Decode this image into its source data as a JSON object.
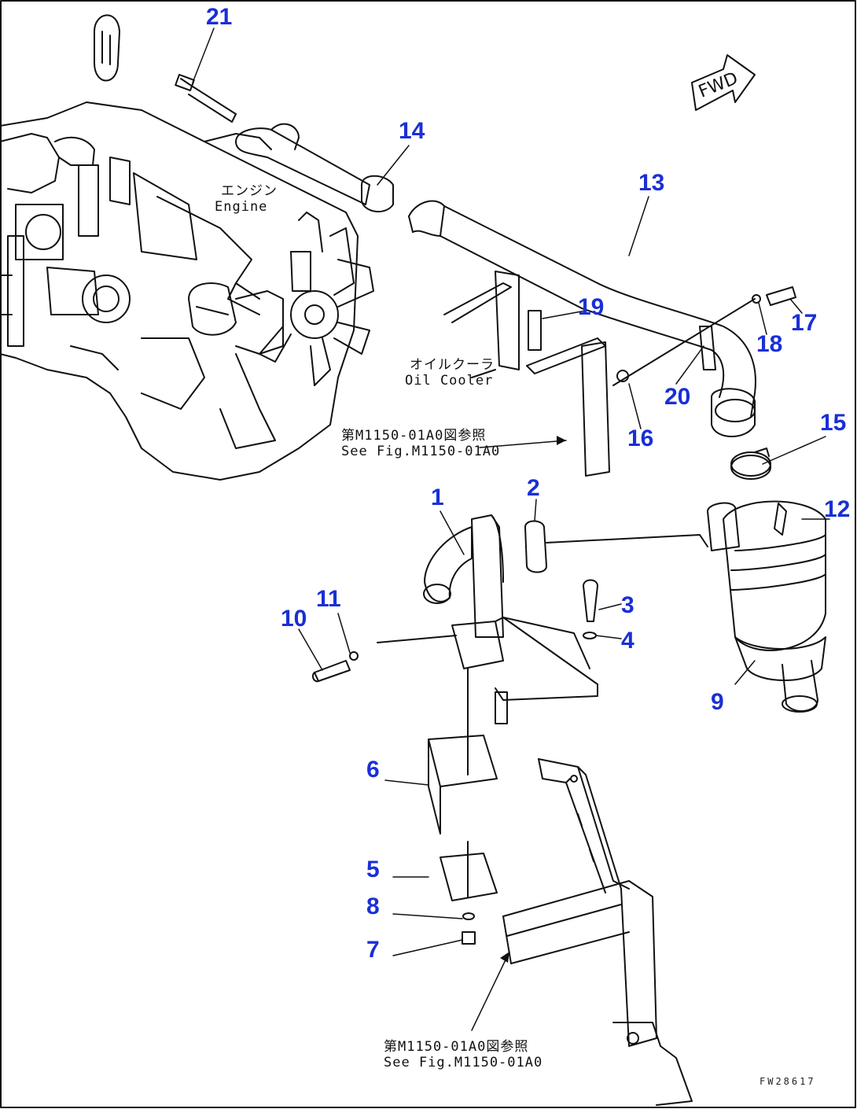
{
  "diagram": {
    "fwd_label": "FWD",
    "drawing_code": "FW28617",
    "engine_label": {
      "jp": "エンジン",
      "en": "Engine"
    },
    "oil_cooler_label": {
      "jp": "オイルクーラ",
      "en": "Oil Cooler"
    },
    "ref_upper": {
      "jp": "第M1150-01A0図参照",
      "en": "See Fig.M1150-01A0"
    },
    "ref_lower": {
      "jp": "第M1150-01A0図参照",
      "en": "See Fig.M1150-01A0"
    },
    "part_numbers": [
      "1",
      "2",
      "3",
      "4",
      "5",
      "6",
      "7",
      "8",
      "9",
      "10",
      "11",
      "12",
      "13",
      "14",
      "15",
      "16",
      "17",
      "18",
      "19",
      "20",
      "21"
    ]
  }
}
